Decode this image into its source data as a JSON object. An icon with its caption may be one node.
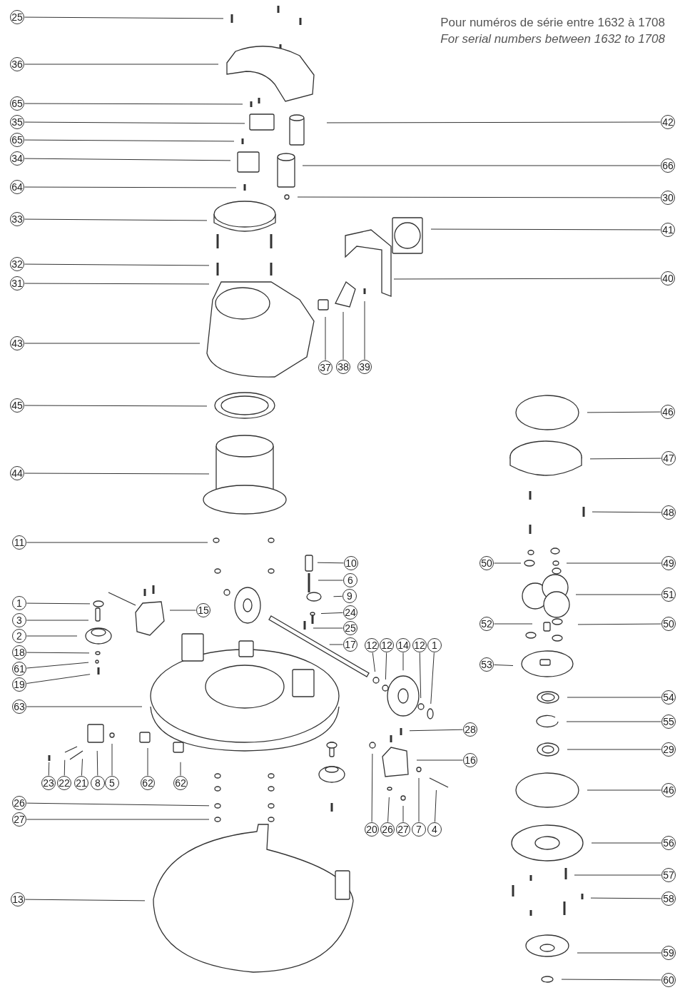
{
  "diagram": {
    "nodes": [
      {
        "text": [
          "25"
        ]
      },
      {
        "text": [
          "36"
        ]
      },
      {
        "text": [
          "65"
        ]
      },
      {
        "text": [
          "35"
        ]
      },
      {
        "text": [
          "65"
        ]
      },
      {
        "text": [
          "34"
        ]
      },
      {
        "text": [
          "64"
        ]
      },
      {
        "text": [
          "33"
        ]
      },
      {
        "text": [
          "32"
        ]
      },
      {
        "text": [
          "31"
        ]
      },
      {
        "text": [
          "43"
        ]
      },
      {
        "text": [
          "45"
        ]
      },
      {
        "text": [
          "44"
        ]
      },
      {
        "text": [
          "11"
        ]
      },
      {
        "text": [
          "1"
        ]
      },
      {
        "text": [
          "3"
        ]
      },
      {
        "text": [
          "2"
        ]
      },
      {
        "text": [
          "18"
        ]
      },
      {
        "text": [
          "61"
        ]
      },
      {
        "text": [
          "19"
        ]
      },
      {
        "text": [
          "63"
        ]
      },
      {
        "text": [
          "26"
        ]
      },
      {
        "text": [
          "27"
        ]
      },
      {
        "text": [
          "13"
        ]
      },
      {
        "text": [
          "42"
        ]
      },
      {
        "text": [
          "66"
        ]
      },
      {
        "text": [
          "30"
        ]
      },
      {
        "text": [
          "41"
        ]
      },
      {
        "text": [
          "40"
        ]
      },
      {
        "text": [
          "46"
        ]
      },
      {
        "text": [
          "47"
        ]
      },
      {
        "text": [
          "48"
        ]
      },
      {
        "text": [
          "49"
        ]
      },
      {
        "text": [
          "51"
        ]
      },
      {
        "text": [
          "50"
        ]
      },
      {
        "text": [
          "54"
        ]
      },
      {
        "text": [
          "55"
        ]
      },
      {
        "text": [
          "29"
        ]
      },
      {
        "text": [
          "46"
        ]
      },
      {
        "text": [
          "56"
        ]
      },
      {
        "text": [
          "57"
        ]
      },
      {
        "text": [
          "58"
        ]
      },
      {
        "text": [
          "59"
        ]
      },
      {
        "text": [
          "60"
        ]
      },
      {
        "text": [
          "37"
        ]
      },
      {
        "text": [
          "38"
        ]
      },
      {
        "text": [
          "39"
        ]
      },
      {
        "text": [
          "15"
        ]
      },
      {
        "text": [
          "10"
        ]
      },
      {
        "text": [
          "6"
        ]
      },
      {
        "text": [
          "9"
        ]
      },
      {
        "text": [
          "24"
        ]
      },
      {
        "text": [
          "25"
        ]
      },
      {
        "text": [
          "17"
        ]
      },
      {
        "text": [
          "12"
        ]
      },
      {
        "text": [
          "12"
        ]
      },
      {
        "text": [
          "14"
        ]
      },
      {
        "text": [
          "12"
        ]
      },
      {
        "text": [
          "1"
        ]
      },
      {
        "text": [
          "50"
        ]
      },
      {
        "text": [
          "52"
        ]
      },
      {
        "text": [
          "53"
        ]
      },
      {
        "text": [
          "28"
        ]
      },
      {
        "text": [
          "16"
        ]
      },
      {
        "text": [
          "20"
        ]
      },
      {
        "text": [
          "26"
        ]
      },
      {
        "text": [
          "27"
        ]
      },
      {
        "text": [
          "7"
        ]
      },
      {
        "text": [
          "4"
        ]
      },
      {
        "text": [
          "23"
        ]
      },
      {
        "text": [
          "22"
        ]
      },
      {
        "text": [
          "21"
        ]
      },
      {
        "text": [
          "8"
        ]
      },
      {
        "text": [
          "5"
        ]
      },
      {
        "text": [
          "62"
        ]
      },
      {
        "text": [
          "62"
        ]
      }
    ],
    "edges": [
      {
        "from": 0,
        "to": null,
        "arrow": "none"
      },
      {
        "from": 1,
        "to": null,
        "arrow": "none"
      },
      {
        "from": 2,
        "to": null,
        "arrow": "none"
      },
      {
        "from": 3,
        "to": null,
        "arrow": "none"
      },
      {
        "from": 4,
        "to": null,
        "arrow": "none"
      },
      {
        "from": 5,
        "to": null,
        "arrow": "none"
      },
      {
        "from": 6,
        "to": null,
        "arrow": "none"
      },
      {
        "from": 7,
        "to": null,
        "arrow": "none"
      },
      {
        "from": 8,
        "to": null,
        "arrow": "none"
      },
      {
        "from": 9,
        "to": null,
        "arrow": "none"
      },
      {
        "from": 10,
        "to": null,
        "arrow": "none"
      },
      {
        "from": 11,
        "to": null,
        "arrow": "none"
      },
      {
        "from": 12,
        "to": null,
        "arrow": "none"
      },
      {
        "from": 13,
        "to": null,
        "arrow": "none"
      },
      {
        "from": 14,
        "to": null,
        "arrow": "none"
      },
      {
        "from": 15,
        "to": null,
        "arrow": "none"
      },
      {
        "from": 16,
        "to": null,
        "arrow": "none"
      },
      {
        "from": 17,
        "to": null,
        "arrow": "none"
      },
      {
        "from": 18,
        "to": null,
        "arrow": "none"
      },
      {
        "from": 19,
        "to": null,
        "arrow": "none"
      },
      {
        "from": 20,
        "to": null,
        "arrow": "none"
      },
      {
        "from": 21,
        "to": null,
        "arrow": "none"
      },
      {
        "from": 22,
        "to": null,
        "arrow": "none"
      },
      {
        "from": 23,
        "to": null,
        "arrow": "none"
      },
      {
        "from": 24,
        "to": null,
        "arrow": "none"
      },
      {
        "from": 25,
        "to": null,
        "arrow": "none"
      },
      {
        "from": 26,
        "to": null,
        "arrow": "none"
      },
      {
        "from": 27,
        "to": null,
        "arrow": "none"
      },
      {
        "from": 28,
        "to": null,
        "arrow": "none"
      },
      {
        "from": 29,
        "to": null,
        "arrow": "none"
      },
      {
        "from": 30,
        "to": null,
        "arrow": "none"
      },
      {
        "from": 31,
        "to": null,
        "arrow": "none"
      },
      {
        "from": 32,
        "to": null,
        "arrow": "none"
      },
      {
        "from": 33,
        "to": null,
        "arrow": "none"
      },
      {
        "from": 34,
        "to": null,
        "arrow": "none"
      },
      {
        "from": 35,
        "to": null,
        "arrow": "none"
      },
      {
        "from": 36,
        "to": null,
        "arrow": "none"
      },
      {
        "from": 37,
        "to": null,
        "arrow": "none"
      },
      {
        "from": 38,
        "to": null,
        "arrow": "none"
      },
      {
        "from": 39,
        "to": null,
        "arrow": "none"
      },
      {
        "from": 40,
        "to": null,
        "arrow": "none"
      },
      {
        "from": 41,
        "to": null,
        "arrow": "none"
      },
      {
        "from": 42,
        "to": null,
        "arrow": "none"
      },
      {
        "from": 43,
        "to": null,
        "arrow": "none"
      },
      {
        "from": 44,
        "to": null,
        "arrow": "none"
      },
      {
        "from": 45,
        "to": null,
        "arrow": "none"
      },
      {
        "from": 46,
        "to": null,
        "arrow": "none"
      },
      {
        "from": 47,
        "to": null,
        "arrow": "none"
      },
      {
        "from": 48,
        "to": null,
        "arrow": "none"
      },
      {
        "from": 49,
        "to": null,
        "arrow": "none"
      },
      {
        "from": 50,
        "to": null,
        "arrow": "none"
      },
      {
        "from": 51,
        "to": null,
        "arrow": "none"
      },
      {
        "from": 52,
        "to": null,
        "arrow": "none"
      },
      {
        "from": 53,
        "to": null,
        "arrow": "none"
      },
      {
        "from": 54,
        "to": null,
        "arrow": "none"
      },
      {
        "from": 55,
        "to": null,
        "arrow": "none"
      },
      {
        "from": 56,
        "to": null,
        "arrow": "none"
      },
      {
        "from": 57,
        "to": null,
        "arrow": "none"
      },
      {
        "from": 58,
        "to": null,
        "arrow": "none"
      },
      {
        "from": 59,
        "to": null,
        "arrow": "none"
      },
      {
        "from": 60,
        "to": null,
        "arrow": "none"
      },
      {
        "from": 61,
        "to": null,
        "arrow": "none"
      },
      {
        "from": 62,
        "to": null,
        "arrow": "none"
      },
      {
        "from": 63,
        "to": null,
        "arrow": "none"
      },
      {
        "from": 64,
        "to": null,
        "arrow": "none"
      },
      {
        "from": 65,
        "to": null,
        "arrow": "none"
      },
      {
        "from": 66,
        "to": null,
        "arrow": "none"
      },
      {
        "from": 67,
        "to": null,
        "arrow": "none"
      },
      {
        "from": 68,
        "to": null,
        "arrow": "none"
      },
      {
        "from": 69,
        "to": null,
        "arrow": "none"
      },
      {
        "from": 70,
        "to": null,
        "arrow": "none"
      },
      {
        "from": 71,
        "to": null,
        "arrow": "none"
      },
      {
        "from": 72,
        "to": null,
        "arrow": "none"
      },
      {
        "from": 73,
        "to": null,
        "arrow": "none"
      },
      {
        "from": 74,
        "to": null,
        "arrow": "none"
      },
      {
        "from": 75,
        "to": null,
        "arrow": "none"
      }
    ],
    "labels": [
      "Pour numéros de série entre 1632 à 1708",
      "For serial numbers between 1632 to 1708"
    ]
  }
}
